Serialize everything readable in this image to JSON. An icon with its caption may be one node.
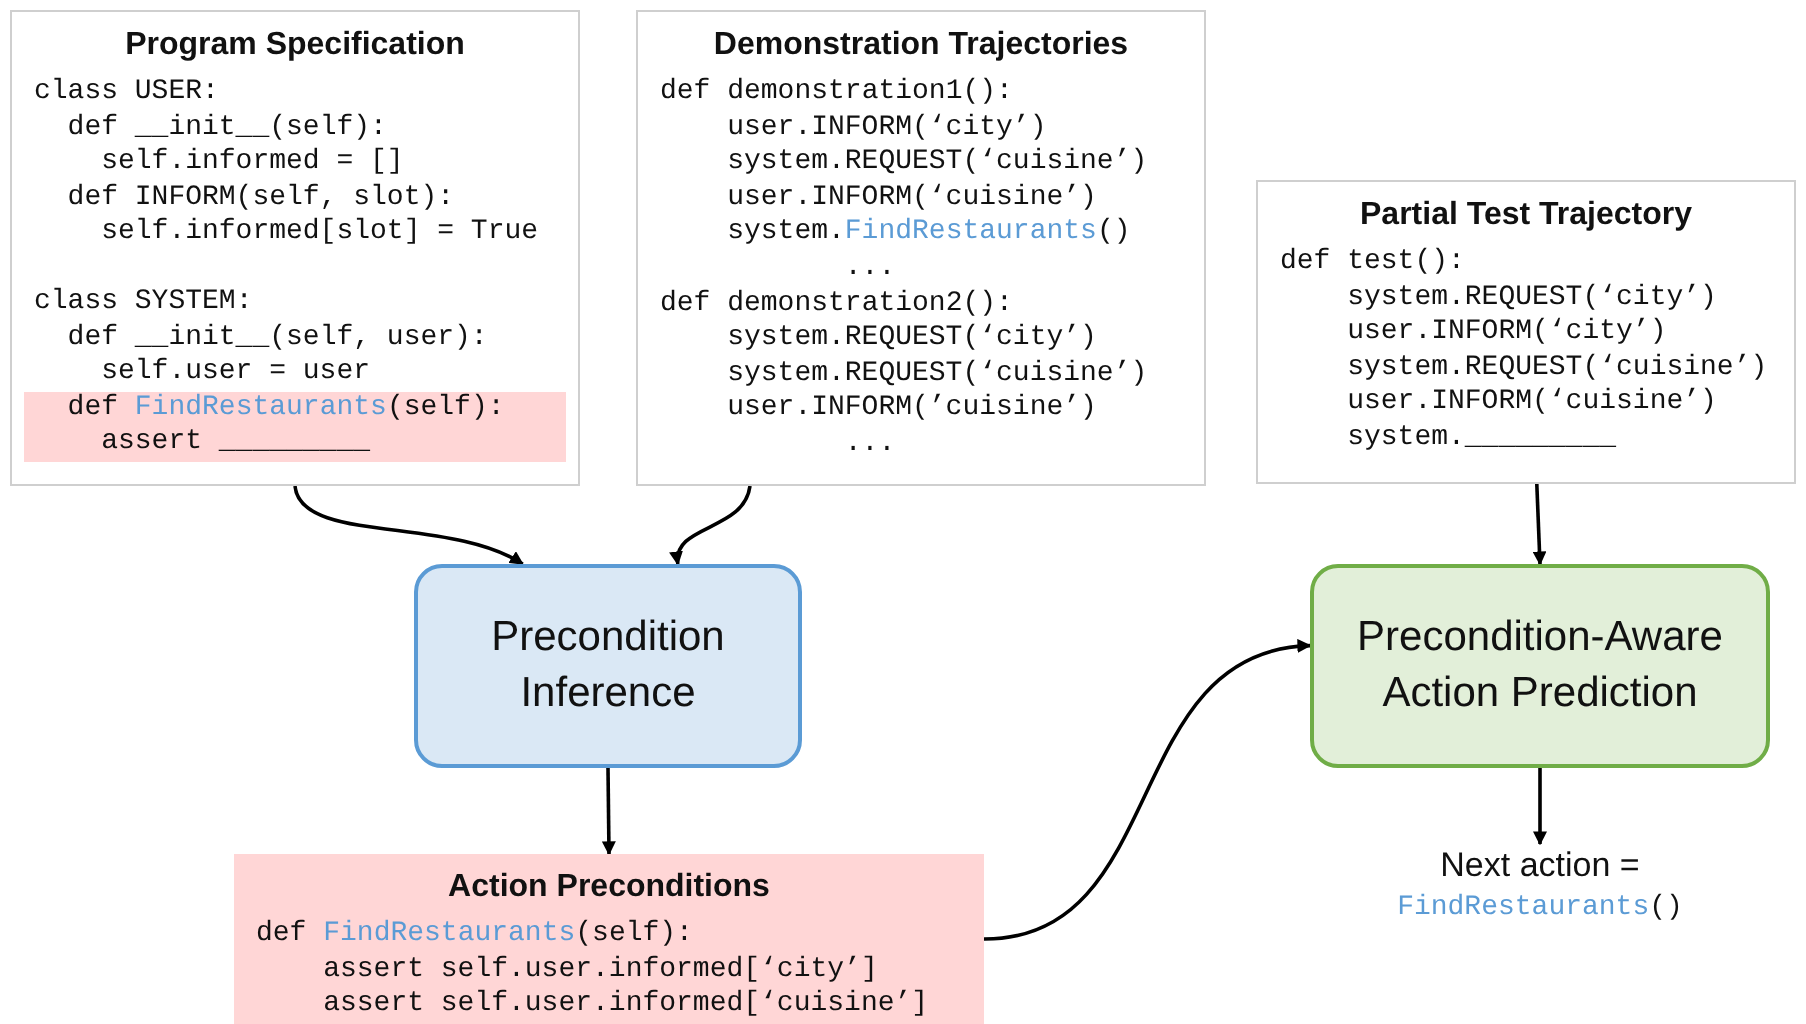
{
  "diagram": {
    "nodes": [
      {
        "text": [
          "Program Specification",
          "class USER:",
          "def __init__(self):",
          "self.informed = []",
          "def INFORM(self, slot):",
          "self.informed[slot] = True",
          "class SYSTEM:",
          "def __init__(self, user):",
          "self.user = user"
        ]
      },
      {
        "text": [
          "def **FindRestaurants**(self):",
          "assert _________"
        ],
        "in": 0
      },
      {
        "text": [
          "Demonstration Trajectories",
          "def demonstration1():",
          "user.INFORM(‘city’)",
          "system.REQUEST(‘cuisine’)",
          "user.INFORM(‘cuisine’)",
          "system.**FindRestaurants**()",
          "...",
          "def demonstration2():",
          "system.REQUEST(‘city’)",
          "system.REQUEST(‘cuisine’)",
          "user.INFORM(’cuisine’)",
          "..."
        ]
      },
      {
        "text": [
          "Partial Test Trajectory",
          "def test():",
          "system.REQUEST(‘city’)",
          "user.INFORM(‘city’)",
          "system.REQUEST(‘cuisine’)",
          "user.INFORM(‘cuisine’)",
          "system._________"
        ]
      },
      {
        "text": [
          "Precondition Inference"
        ]
      },
      {
        "text": [
          "Precondition-Aware Action Prediction"
        ]
      },
      {
        "text": [
          "Action Preconditions",
          "def **FindRestaurants**(self):",
          "assert self.user.informed[‘city’]",
          "assert self.user.informed[‘cuisine’]"
        ]
      },
      {
        "text": [
          "Next action =",
          "**FindRestaurants**()"
        ]
      }
    ],
    "edges": [
      {
        "from": 0,
        "to": 4,
        "arrow": "to"
      },
      {
        "from": 2,
        "to": 4,
        "arrow": "to"
      },
      {
        "from": 4,
        "to": 6,
        "arrow": "to"
      },
      {
        "from": 6,
        "to": 5,
        "arrow": "to"
      },
      {
        "from": 3,
        "to": 5,
        "arrow": "to"
      },
      {
        "from": 5,
        "to": 7,
        "arrow": "to"
      }
    ]
  }
}
